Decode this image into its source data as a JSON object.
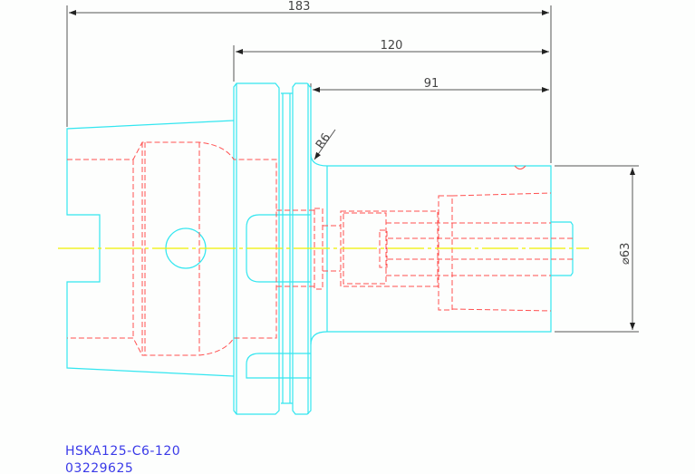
{
  "drawing": {
    "dimensions": {
      "overall_length": "183",
      "flange_to_end": "120",
      "projection_length": "91",
      "fillet_radius": "R6",
      "body_diameter": "⌀63"
    },
    "part_name": "HSKA125-C6-120",
    "part_number": "03229625",
    "colors": {
      "outline": "#33e6f0",
      "hidden": "#ff5050",
      "centerline": "#f0f000",
      "dimension": "#555555",
      "title": "#3a3ae8"
    }
  }
}
